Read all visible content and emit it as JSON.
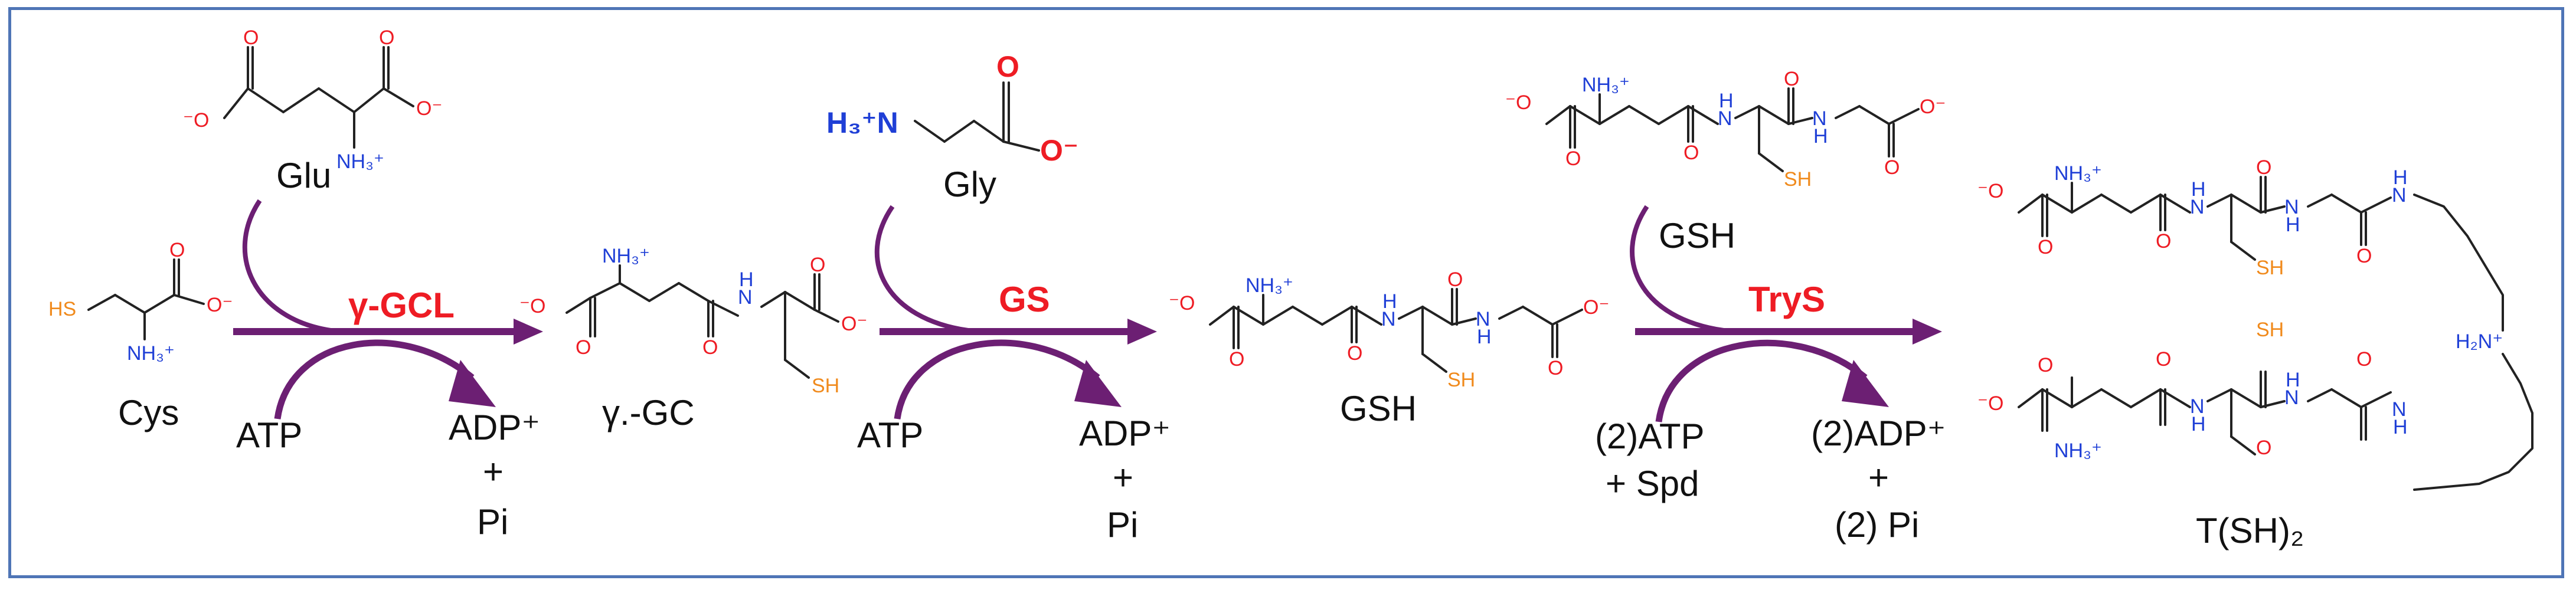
{
  "colors": {
    "border": "#4f75b6",
    "arrow": "#6c1f73",
    "enzyme": "#ee1c24",
    "oxygen": "#ee1c24",
    "nitrogen": "#1f3fd6",
    "sulfur": "#f08a1c",
    "bond": "#222222",
    "text": "#111111"
  },
  "atoms": {
    "O": "O",
    "O_minus": "⁻O",
    "O_minus_right": "O⁻",
    "N": "N",
    "H": "H",
    "NH3": "NH₃⁺",
    "H3N": "H₃⁺N",
    "SH": "SH",
    "HS": "HS",
    "H2N": "H₂N⁺"
  },
  "steps": [
    {
      "enzyme": "γ-GCL",
      "substrate": "Glu",
      "cofactor": "ATP",
      "products": [
        "ADP⁺",
        "+",
        "Pi"
      ]
    },
    {
      "enzyme": "GS",
      "substrate": "Gly",
      "cofactor": "ATP",
      "products": [
        "ADP⁺",
        "+",
        "Pi"
      ]
    },
    {
      "enzyme": "TryS",
      "substrate": "GSH",
      "cofactor": [
        "(2)ATP",
        "+ Spd"
      ],
      "products": [
        "(2)ADP⁺",
        "+",
        "(2) Pi"
      ]
    }
  ],
  "molecules": {
    "cys": "Cys",
    "gamma_gc": "γ.-GC",
    "gsh": "GSH",
    "tsh2": "T(SH)₂"
  }
}
